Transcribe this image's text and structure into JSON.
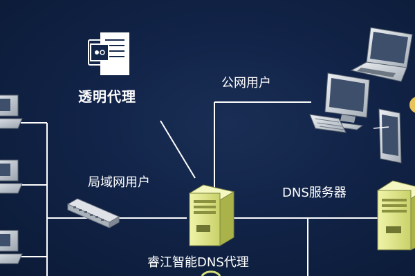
{
  "labels": {
    "transparent_proxy": "透明代理",
    "public_users": "公网用户",
    "lan_users": "局域网用户",
    "dns_server": "DNS服务器",
    "ruijiang_dns_proxy": "睿江智能DNS代理"
  },
  "icons": {
    "proxy": "proxy-server-icon",
    "switch": "network-switch-icon",
    "server": "tower-server-icon",
    "laptop": "laptop-icon",
    "desktop": "desktop-pc-icon",
    "tablet": "tablet-icon",
    "client": "client-computer-icon"
  },
  "colors": {
    "background": "#0f1f3d",
    "line": "#ffffff",
    "server_body": "#e8ee9a",
    "server_shade": "#b7c05a"
  }
}
